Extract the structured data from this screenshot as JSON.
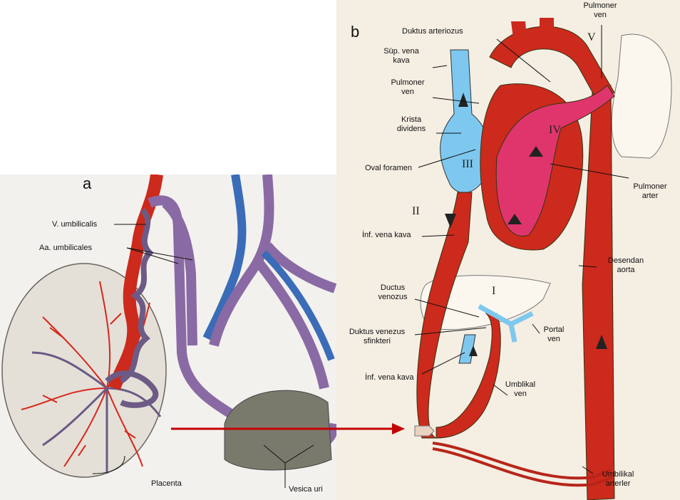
{
  "panel_a": {
    "letter": "a",
    "labels": {
      "v_umbilicalis": "V. umbilicalis",
      "aa_umbilicales": "Aa. umbilicales",
      "placenta": "Placenta",
      "vesica": "Vesica uri"
    }
  },
  "panel_b": {
    "letter": "b",
    "labels": {
      "pulmoner_ven_top": "Pulmoner ven",
      "duktus_arteriozus": "Duktus arteriozus",
      "sup_vena_kava": "Süp. vena kava",
      "pulmoner_ven": "Pulmoner ven",
      "krista_dividens": "Krista dividens",
      "oval_foramen": "Oval foramen",
      "pulmoner_arter": "Pulmoner arter",
      "inf_vena_kava_upper": "İnf. vena kava",
      "desendan_aorta": "Desendan aorta",
      "ductus_venozus": "Ductus venozus",
      "duktus_venezus_sfinkteri": "Duktus venezus sfinkteri",
      "portal_ven": "Portal ven",
      "inf_vena_kava_lower": "İnf. vena kava",
      "umblikal_ven": "Umblikal ven",
      "umbilikal_arterler": "Umbilikal arterler"
    },
    "roman": {
      "i": "I",
      "ii": "II",
      "iii": "III",
      "iv": "IV",
      "v": "V"
    }
  },
  "colors": {
    "artery_red": "#cc2a1c",
    "vein_blue": "#7ec8ef",
    "pulmonary_pink": "#e0356c",
    "umbilical_purple": "#8a6aa4",
    "connector_arrow": "#c40000"
  }
}
